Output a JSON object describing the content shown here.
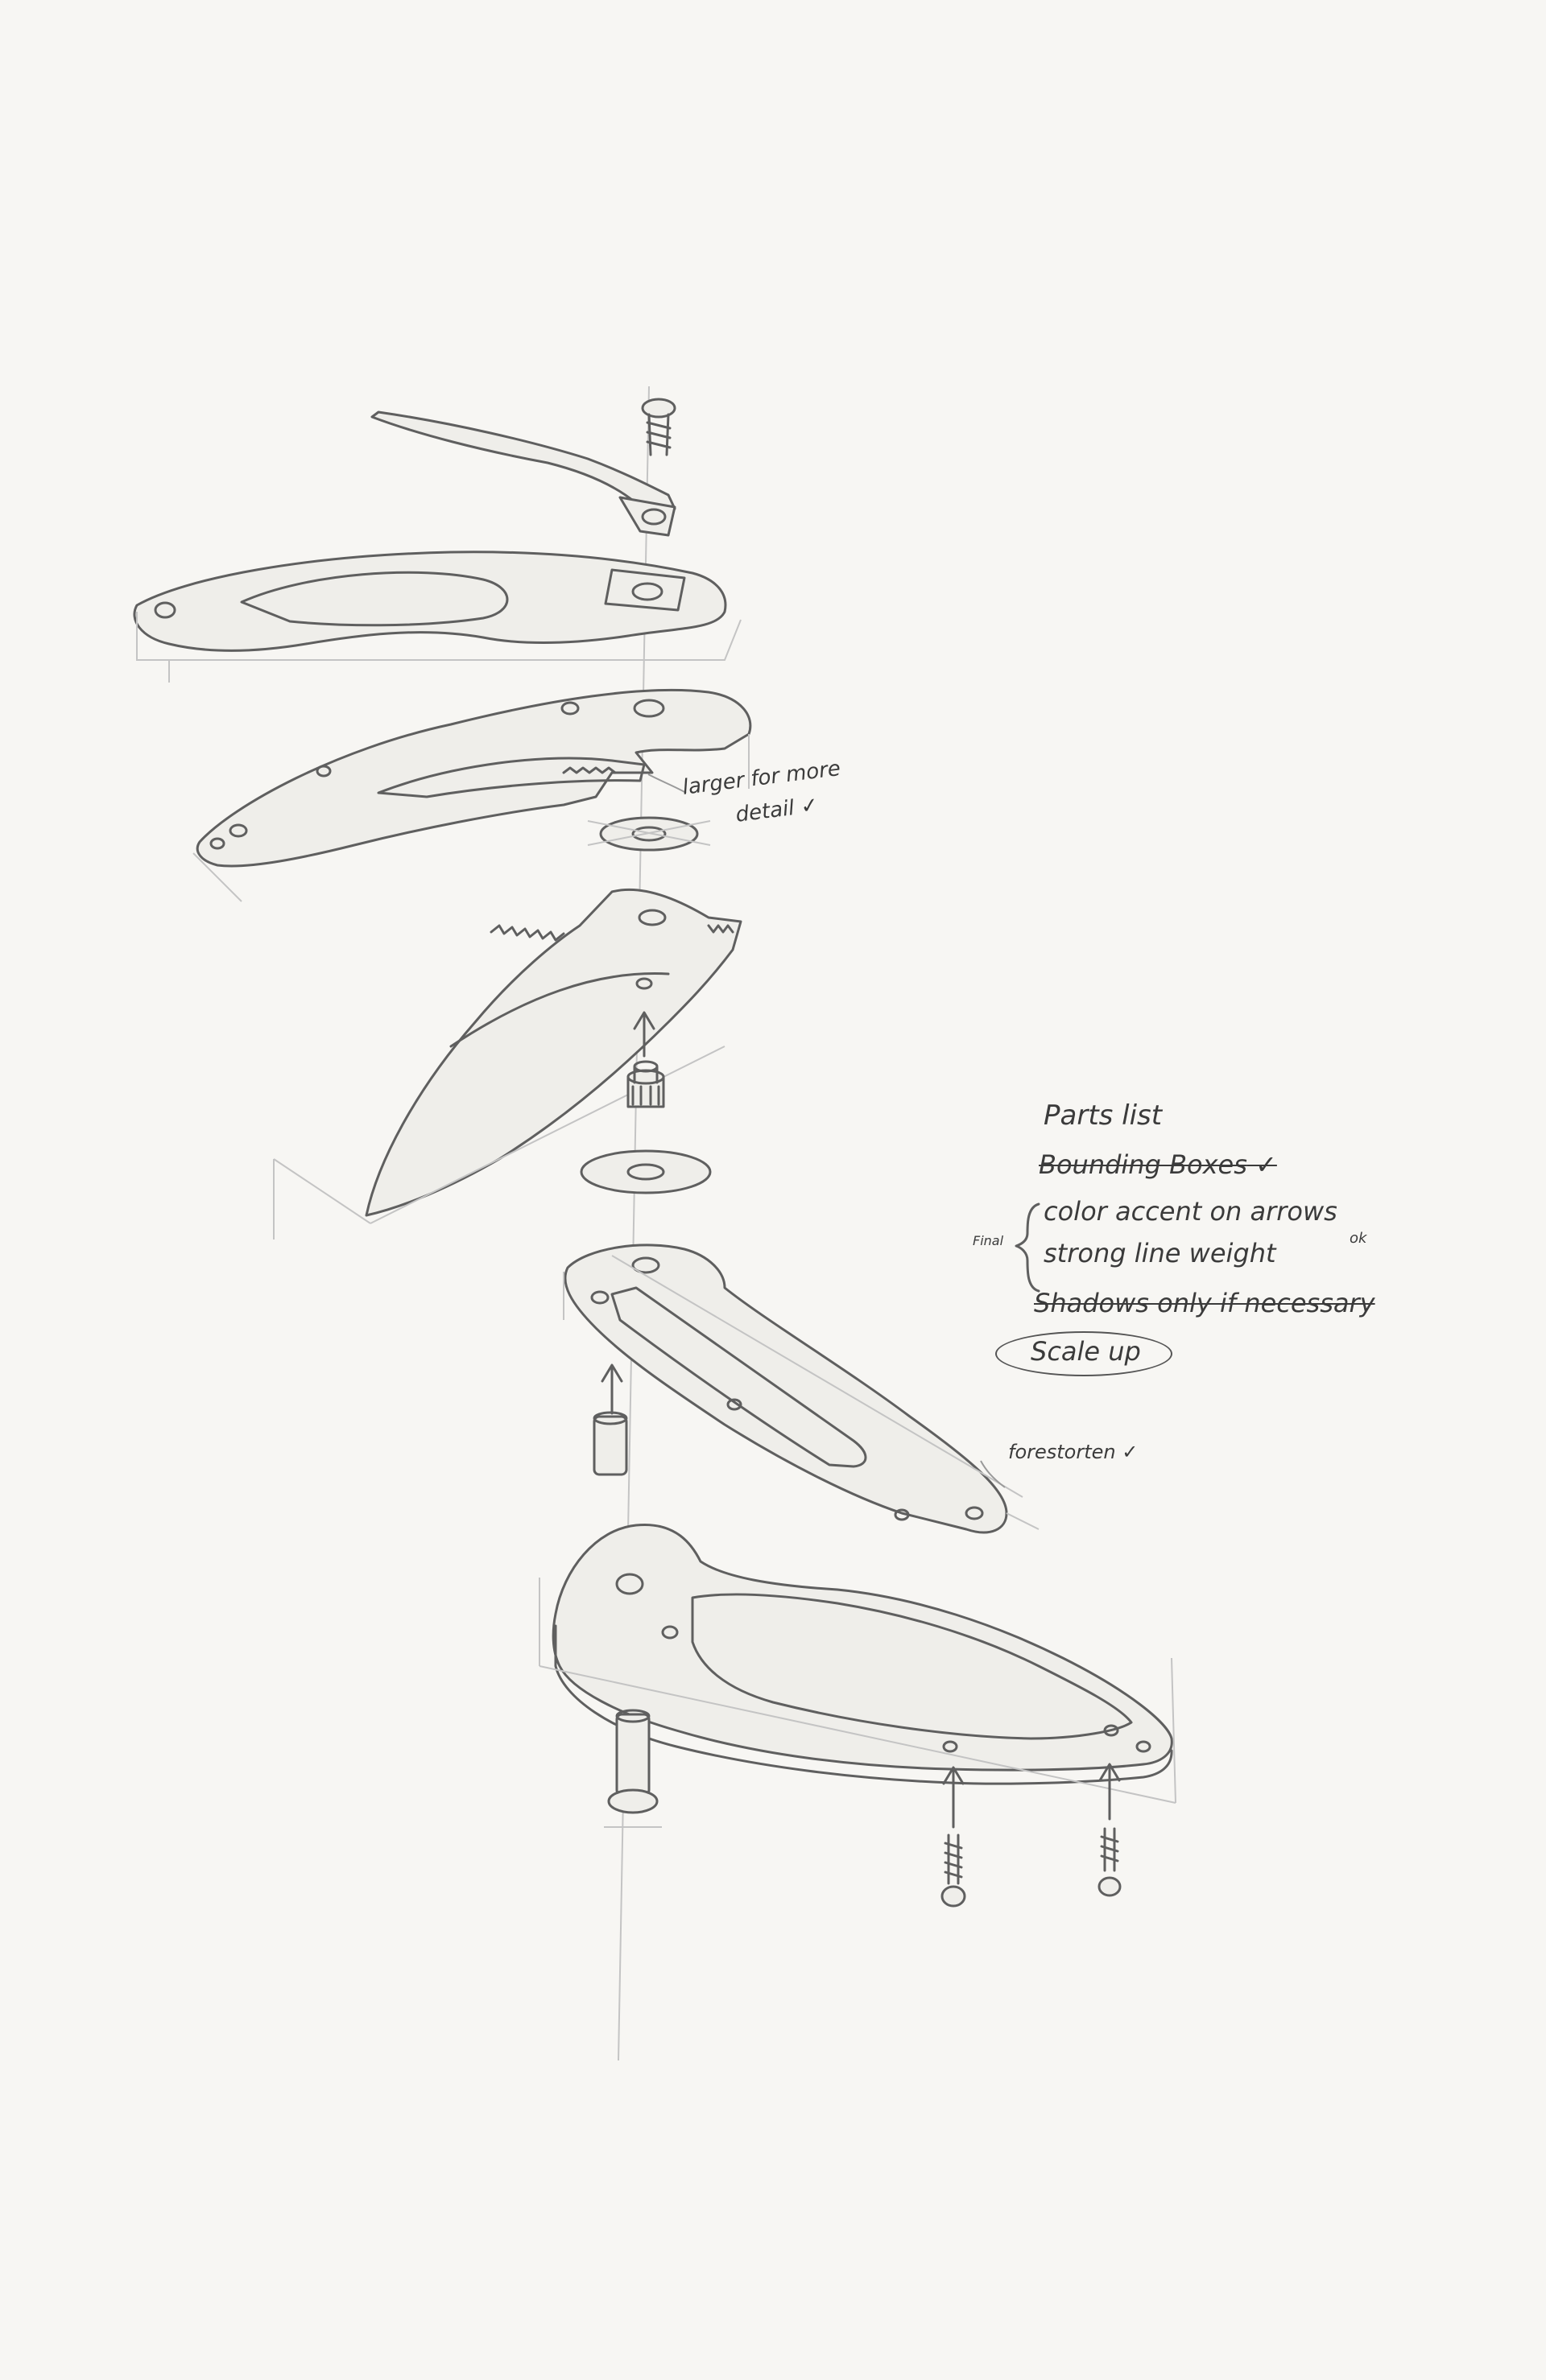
{
  "notes": {
    "larger_for_more": "larger for more",
    "detail": "detail",
    "forestorten": "forestorten",
    "parts_list_title": "Parts list",
    "bounding_boxes": "Bounding Boxes",
    "final": "Final",
    "color_accent": "color accent on arrows",
    "strong_line": "strong line weight",
    "ok": "ok",
    "shadows_only": "Shadows only if necessary",
    "scale_up": "Scale up"
  },
  "colors": {
    "paper": "#f7f6f3",
    "graphite": "#5f5f5f"
  },
  "parts": [
    "clip-icon",
    "clip-screw-icon",
    "handle-scale-icon",
    "liner-top-icon",
    "washer-top-icon",
    "blade-icon",
    "pivot-screw-icon",
    "washer-bottom-icon",
    "liner-bottom-icon",
    "stop-pin-icon",
    "handle-frame-icon",
    "pivot-barrel-icon",
    "frame-screw-left-icon",
    "frame-screw-right-icon"
  ]
}
